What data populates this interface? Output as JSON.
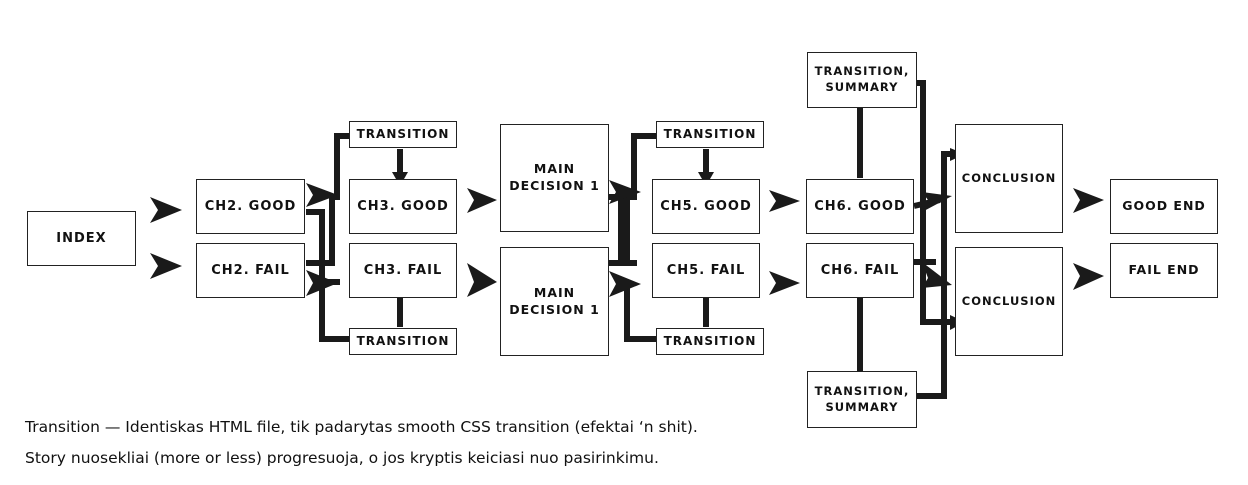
{
  "nodes": [
    {
      "id": "index",
      "label": "INDEX"
    },
    {
      "id": "ch2-good",
      "label": "CH2. GOOD"
    },
    {
      "id": "ch2-fail",
      "label": "CH2. FAIL"
    },
    {
      "id": "transition-top-1",
      "label": "TRANSITION"
    },
    {
      "id": "ch3-good",
      "label": "CH3. GOOD"
    },
    {
      "id": "ch3-fail",
      "label": "CH3. FAIL"
    },
    {
      "id": "transition-bottom-1",
      "label": "TRANSITION"
    },
    {
      "id": "main-decision-top",
      "label": "MAIN\nDECISION 1"
    },
    {
      "id": "main-decision-bottom",
      "label": "MAIN\nDECISION 1"
    },
    {
      "id": "transition-top-2",
      "label": "TRANSITION"
    },
    {
      "id": "ch5-good",
      "label": "CH5. GOOD"
    },
    {
      "id": "ch5-fail",
      "label": "CH5. FAIL"
    },
    {
      "id": "transition-bottom-2",
      "label": "TRANSITION"
    },
    {
      "id": "transition-summary-top",
      "label": "TRANSITION,\nSUMMARY"
    },
    {
      "id": "ch6-good",
      "label": "CH6. GOOD"
    },
    {
      "id": "ch6-fail",
      "label": "CH6. FAIL"
    },
    {
      "id": "transition-summary-bottom",
      "label": "TRANSITION,\nSUMMARY"
    },
    {
      "id": "conclusion-top",
      "label": "CONCLUSION"
    },
    {
      "id": "conclusion-bottom",
      "label": "CONCLUSION"
    },
    {
      "id": "good-end",
      "label": "GOOD END"
    },
    {
      "id": "fail-end",
      "label": "FAIL END"
    }
  ],
  "notes": [
    "Transition — Identiskas HTML file, tik padarytas smooth CSS transition (efektai ‘n shit).",
    "Story nuosekliai (more or less) progresuoja, o jos kryptis keiciasi nuo pasirinkimu."
  ],
  "colors": {
    "line": "#1a1a1a",
    "box_border": "#222222",
    "background": "#ffffff"
  }
}
